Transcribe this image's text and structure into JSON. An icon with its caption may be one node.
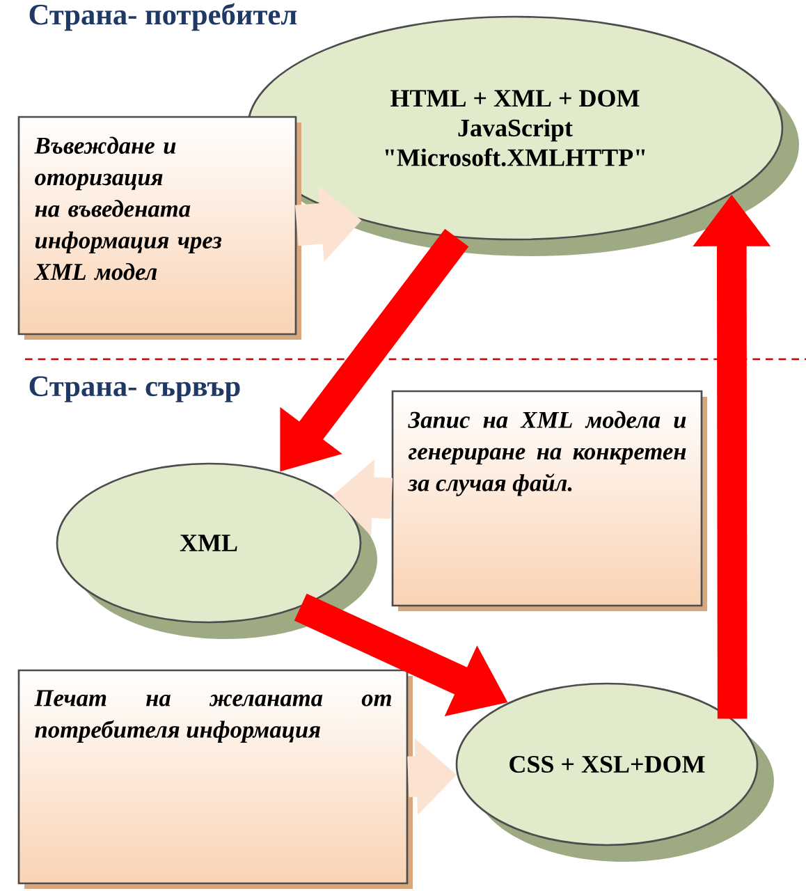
{
  "diagram": {
    "nodes": [
      {
        "text": [
          "HTML + XML + DOM",
          "JavaScript",
          "\"Microsoft.XMLHTTP\""
        ]
      },
      {
        "text": [
          "Въвеждане и оторизация на въведената информация чрез XML модел"
        ]
      },
      {
        "text": [
          "XML"
        ]
      },
      {
        "text": [
          "Запис на XML модела и генериране на конкретен за случая файл."
        ]
      },
      {
        "text": [
          "CSS + XSL+DOM"
        ]
      },
      {
        "text": [
          "Печат на желаната от потребителя информация"
        ]
      }
    ],
    "edges": [
      {
        "from": 1,
        "to": 0,
        "arrow": "to"
      },
      {
        "from": 0,
        "to": 2,
        "arrow": "to",
        "color": "#ff0000"
      },
      {
        "from": 3,
        "to": 2,
        "arrow": "to"
      },
      {
        "from": 2,
        "to": 4,
        "arrow": "to",
        "color": "#ff0000"
      },
      {
        "from": 5,
        "to": 4,
        "arrow": "to"
      },
      {
        "from": 4,
        "to": 0,
        "arrow": "to",
        "color": "#ff0000"
      }
    ],
    "labels": [
      "Страна- потребител",
      "Страна- сървър"
    ]
  }
}
